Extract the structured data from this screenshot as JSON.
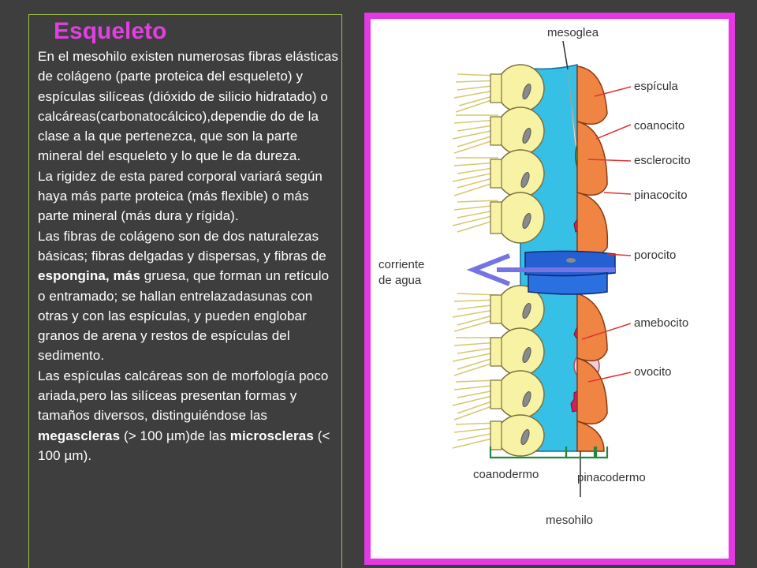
{
  "panel": {
    "title": "Esqueleto",
    "p1a": "En el mesohilo existen numerosas fibras elásticas de colágeno (parte proteica del esqueleto) y espículas silíceas (dióxido de silicio hidratado) o calcáreas(carbonatocálcico),dependie do de la clase a la que pertenezca, que son la parte mineral del esqueleto y lo que le da dureza.",
    "p2": "La rigidez de esta pared corporal variará según haya más parte proteica (más flexible) o más parte mineral (más dura y rígida).",
    "p3a": "Las fibras de colágeno son de dos naturalezas básicas; fibras delgadas y dispersas, y fibras de ",
    "p3b": "espongina, más",
    "p3c": " gruesa, que forman un retículo o entramado; se hallan entrelazadasunas con otras y con las espículas, y pueden englobar granos de arena y restos de espículas del sedimento.",
    "p4a": " Las espículas calcáreas son de morfología poco ariada,pero las silíceas presentan formas y tamaños diversos, distinguiéndose las ",
    "p4b": "megascleras",
    "p4c": " (> 100 µm)de las ",
    "p4d": "microscleras",
    "p4e": " (< 100 µm)."
  },
  "figure": {
    "labels": {
      "mesoglea": "mesoglea",
      "espicula": "espícula",
      "coanocito": "coanocito",
      "esclerocito": "esclerocito",
      "pinacocito": "pinacocito",
      "porocito": "porocito",
      "corriente1": "corriente",
      "corriente2": "de agua",
      "amebocito": "amebocito",
      "ovocito": "ovocito",
      "coanodermo": "coanodermo",
      "pinacodermo": "pinacodermo",
      "mesohilo": "mesohilo"
    }
  },
  "colors": {
    "background": "#3e3e3e",
    "title": "#e040e0",
    "frame": "#e338e3",
    "panel_border": "#9cc24a",
    "mesohyl": "#30c0e8",
    "pinacocyte": "#f08040",
    "choanocyte": "#f8f0a0",
    "porocyte": "#2060d0",
    "sclerocyte": "#30d070",
    "amoebocyte": "#d02060",
    "arrow": "#7070e0",
    "pointer": "#e03030"
  }
}
